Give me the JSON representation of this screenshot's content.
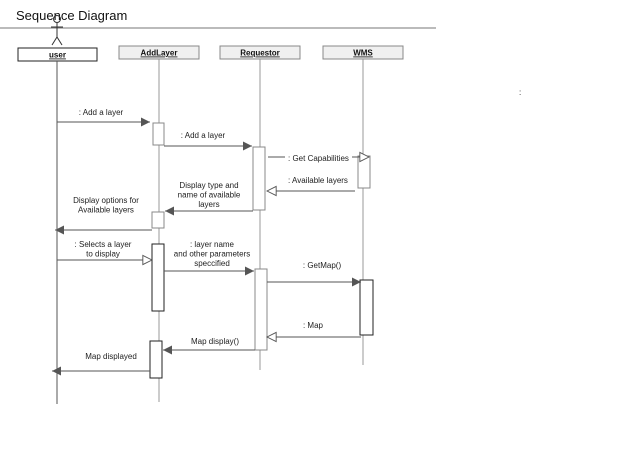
{
  "diagram": {
    "title": "Sequence Diagram",
    "stray_mark": ":"
  },
  "objects": {
    "user": "user",
    "addlayer": "AddLayer",
    "requestor": "Requestor",
    "wms": "WMS"
  },
  "messages": {
    "m1": [
      ": Add a layer"
    ],
    "m2": [
      ": Add a layer"
    ],
    "m3": [
      ": Get Capabilities"
    ],
    "m4": [
      ": Available layers"
    ],
    "m5": [
      "Display type and",
      "name of available",
      "layers"
    ],
    "m6": [
      "Display options for",
      "Available layers"
    ],
    "m7": [
      ": Selects a layer",
      "to display"
    ],
    "m8": [
      ": layer name",
      "and other parameters",
      "speccified"
    ],
    "m9": [
      ": GetMap()"
    ],
    "m10": [
      ": Map"
    ],
    "m11": [
      "Map display()"
    ],
    "m12": [
      "Map displayed"
    ]
  }
}
